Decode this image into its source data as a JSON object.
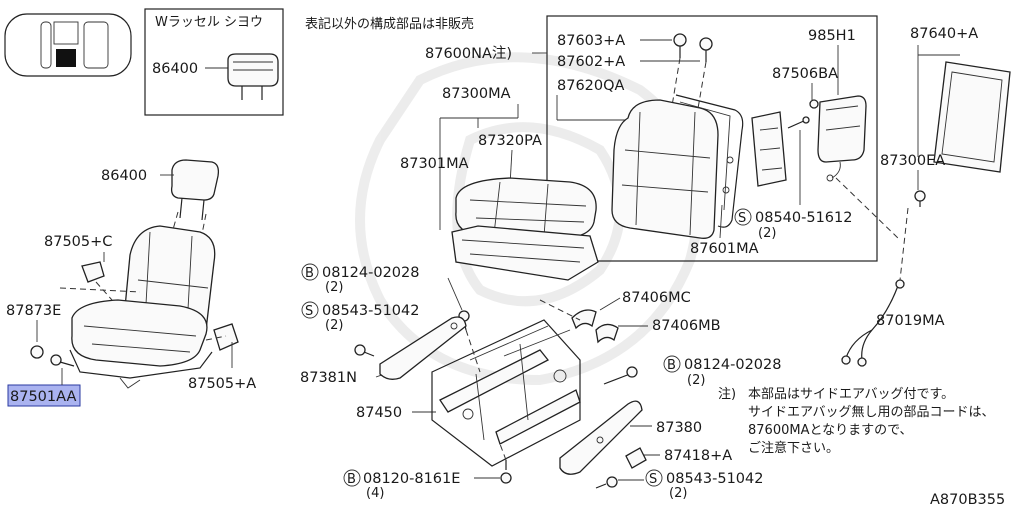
{
  "diagram_code": "A870B355",
  "note_top": "表記以外の構成部品は非販売",
  "inset": {
    "title": "Wラッセル シヨウ",
    "part": "86400"
  },
  "labels": {
    "p87600NA": "87600NA注)",
    "p87603A": "87603+A",
    "p87602A": "87602+A",
    "p87620QA": "87620QA",
    "p985H1": "985H1",
    "p87506BA": "87506BA",
    "p87640A": "87640+A",
    "p87300MA": "87300MA",
    "p87320PA": "87320PA",
    "p87301MA": "87301MA",
    "p87300EA": "87300EA",
    "p08540": "08540-51612",
    "p08540q": "(2)",
    "p87601MA": "87601MA",
    "p86400": "86400",
    "p87505C": "87505+C",
    "p87873E": "87873E",
    "p87501AA": "87501AA",
    "p87505A": "87505+A",
    "p08124a": "08124-02028",
    "p08124aq": "(2)",
    "p08543a": "08543-51042",
    "p08543aq": "(2)",
    "p87381N": "87381N",
    "p87450": "87450",
    "p87406MC": "87406MC",
    "p87406MB": "87406MB",
    "p87019MA": "87019MA",
    "p08124b": "08124-02028",
    "p08124bq": "(2)",
    "p87380": "87380",
    "p87418A": "87418+A",
    "p08120": "08120-8161E",
    "p08120q": "(4)",
    "p08543b": "08543-51042",
    "p08543bq": "(2)"
  },
  "circle_marks": {
    "b": "B",
    "s": "S"
  },
  "footnote": {
    "prefix": "注)",
    "line1": "本部品はサイドエアバッグ付です。",
    "line2": "サイドエアバッグ無し用の部品コードは、",
    "line3": "87600MAとなりますので、",
    "line4": "ご注意下さい。"
  }
}
